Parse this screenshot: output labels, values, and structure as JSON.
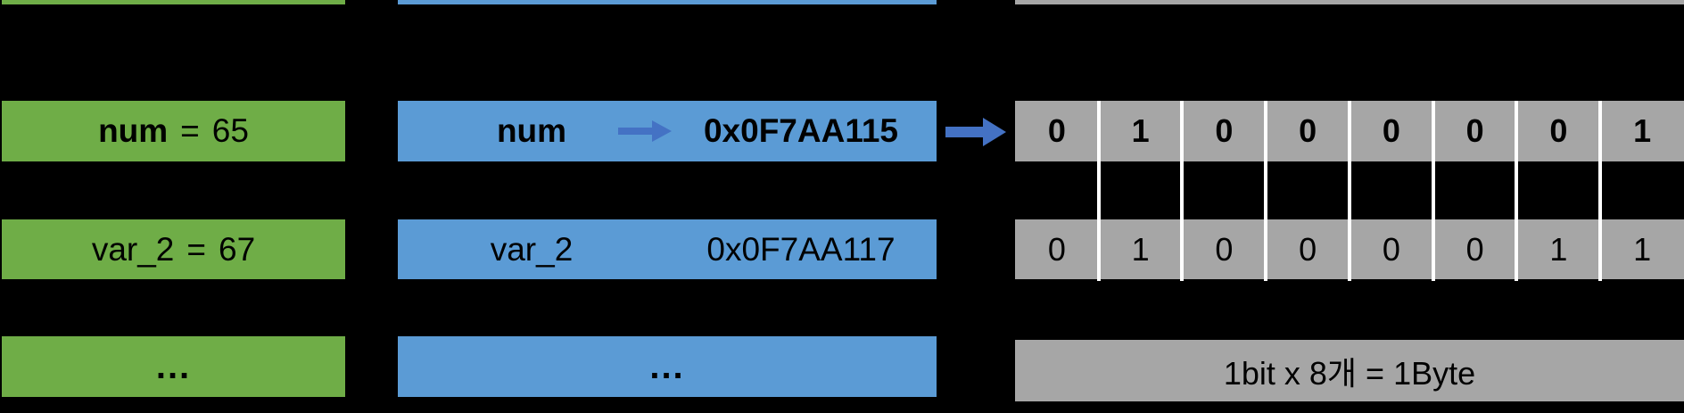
{
  "colors": {
    "background": "#000000",
    "green": "#6FAD47",
    "blue": "#5B9BD5",
    "gray": "#A6A6A6",
    "arrow_blue": "#4472C4",
    "divider_white": "#FFFFFF",
    "text": "#000000"
  },
  "variables_column": {
    "row1": {
      "name": "num",
      "operator": "=",
      "value": "65"
    },
    "row2": {
      "name": "var_2",
      "operator": "=",
      "value": "67"
    },
    "row3": {
      "ellipsis": "..."
    }
  },
  "addresses_column": {
    "row1": {
      "name": "num",
      "address": "0x0F7AA115"
    },
    "row2": {
      "name": "var_2",
      "address": "0x0F7AA117"
    },
    "row3": {
      "ellipsis": "..."
    }
  },
  "memory_column": {
    "row1": {
      "bits": [
        "0",
        "1",
        "0",
        "0",
        "0",
        "0",
        "0",
        "1"
      ]
    },
    "row2": {
      "bits": [
        "0",
        "1",
        "0",
        "0",
        "0",
        "0",
        "1",
        "1"
      ]
    },
    "caption": "1bit x 8개 = 1Byte"
  },
  "icons": {
    "address_arrow": "right-arrow",
    "memory_arrow": "right-arrow"
  }
}
